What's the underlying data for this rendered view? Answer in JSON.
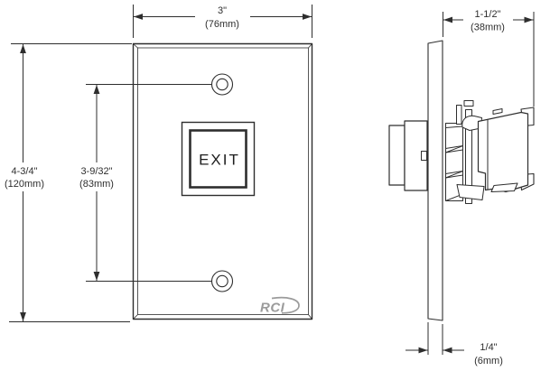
{
  "drawing": {
    "title": "exit-button-wall-plate-dimension-drawing",
    "front_view": {
      "button_label": "EXIT",
      "logo_text": "RCI",
      "dim_width": {
        "value": "3\"",
        "metric": "(76mm)"
      },
      "dim_height": {
        "value": "4-3/4\"",
        "metric": "(120mm)"
      },
      "dim_hole_spacing": {
        "value": "3-9/32\"",
        "metric": "(83mm)"
      }
    },
    "side_view": {
      "dim_depth": {
        "value": "1-1/2\"",
        "metric": "(38mm)"
      },
      "dim_thickness": {
        "value": "1/4\"",
        "metric": "(6mm)"
      }
    },
    "colors": {
      "line": "#2e2e2e",
      "logo_gray": "#9b9b9b",
      "background": "#ffffff"
    }
  }
}
